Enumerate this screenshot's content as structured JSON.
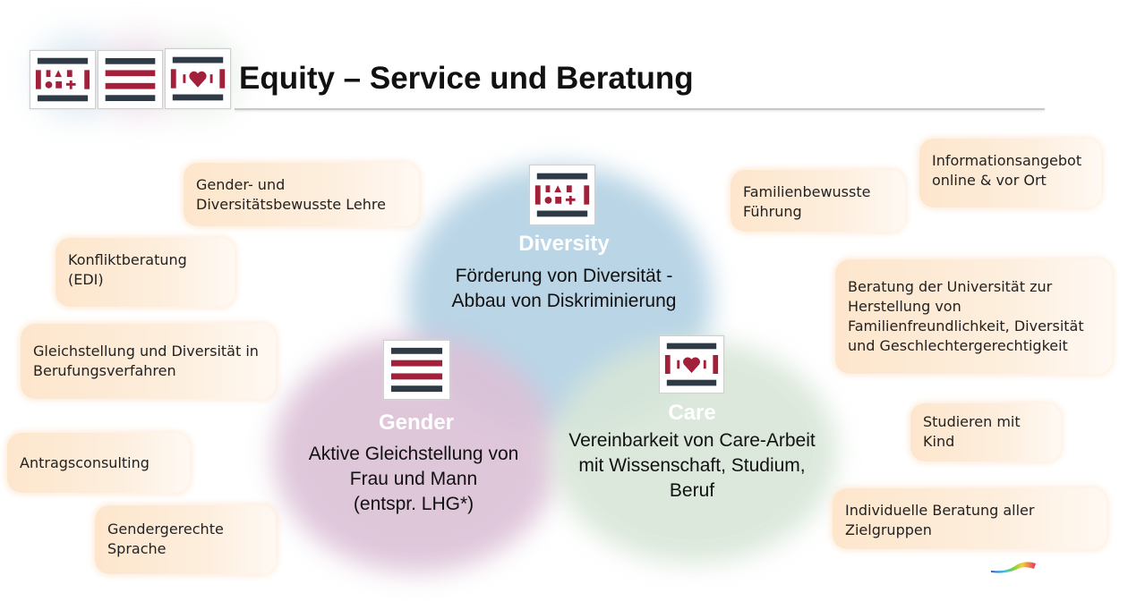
{
  "header": {
    "title": "Equity – Service und Beratung"
  },
  "colors": {
    "dark": "#2e3a46",
    "red": "#a3203a",
    "diversity": "#b9d5e6",
    "gender": "#dcc1d7",
    "care": "#d8e6d8"
  },
  "circles": {
    "diversity": {
      "title": "Diversity",
      "text": "Förderung von Diversität -\nAbbau von Diskriminierung",
      "icon": "diversity-symbols-icon"
    },
    "gender": {
      "title": "Gender",
      "text": "Aktive Gleichstellung von\nFrau und Mann\n(entspr. LHG*)",
      "icon": "gender-stripes-icon"
    },
    "care": {
      "title": "Care",
      "text": "Vereinbarkeit von Care-Arbeit\nmit Wissenschaft, Studium,\nBeruf",
      "icon": "care-heart-icon"
    }
  },
  "left_boxes": [
    "Gender- und\nDiversitätsbewusste Lehre",
    "Konfliktberatung\n(EDI)",
    "Gleichstellung und Diversität in\nBerufungsverfahren",
    "Antragsconsulting",
    "Gendergerechte\nSprache"
  ],
  "right_boxes": [
    "Familienbewusste\nFührung",
    "Informationsangebot\nonline & vor Ort",
    "Beratung der Universität zur\nHerstellung von\nFamilienfreundlichkeit, Diversität\nund Geschlechtergerechtigkeit",
    "Studieren mit\nKind",
    "Individuelle Beratung aller\nZielgruppen"
  ]
}
